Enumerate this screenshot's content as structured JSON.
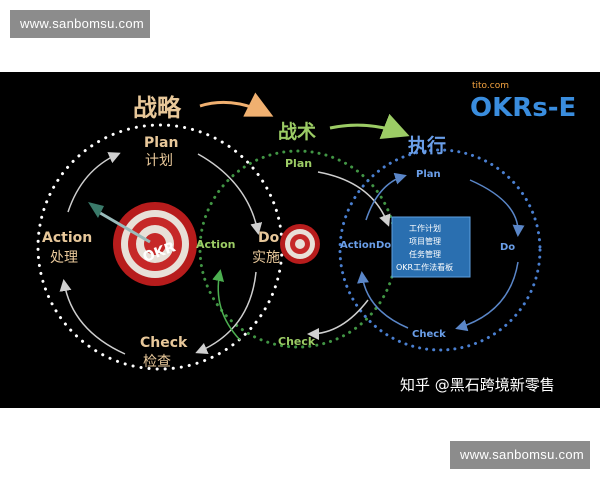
{
  "watermarks": {
    "top": "www.sanbomsu.com",
    "bottom": "www.sanbomsu.com"
  },
  "logo": {
    "small": "tito.com",
    "main": "OKRs-E"
  },
  "phases": {
    "strategy": "战略",
    "tactics": "战术",
    "execution": "执行"
  },
  "strategy_cycle": {
    "plan_en": "Plan",
    "plan_zh": "计划",
    "action_en": "Action",
    "action_zh": "处理",
    "do_en": "Do",
    "do_zh": "实施",
    "check_en": "Check",
    "check_zh": "检查",
    "target_label": "OKR"
  },
  "tactics_cycle": {
    "plan": "Plan",
    "action": "Action",
    "check": "Check"
  },
  "execution_cycle": {
    "plan": "Plan",
    "action": "Action",
    "do_left": "Do",
    "do_right": "Do",
    "check": "Check"
  },
  "task_box": {
    "line1": "工作计划",
    "line2": "项目管理",
    "line3": "任务管理",
    "line4": "OKR工作法看板"
  },
  "credit": "知乎 @黑石跨境新零售",
  "colors": {
    "strategy_text": "#e8c89a",
    "tactics_text": "#9ccc65",
    "execution_text": "#6a9ee8",
    "strategy_dots": "#ffffff",
    "tactics_dots": "#4caf50",
    "execution_dots": "#4a7fd0",
    "task_box": "#2a6fb0",
    "target_red": "#c62828",
    "logo_blue": "#3a8dde",
    "logo_orange": "#f4a340"
  }
}
